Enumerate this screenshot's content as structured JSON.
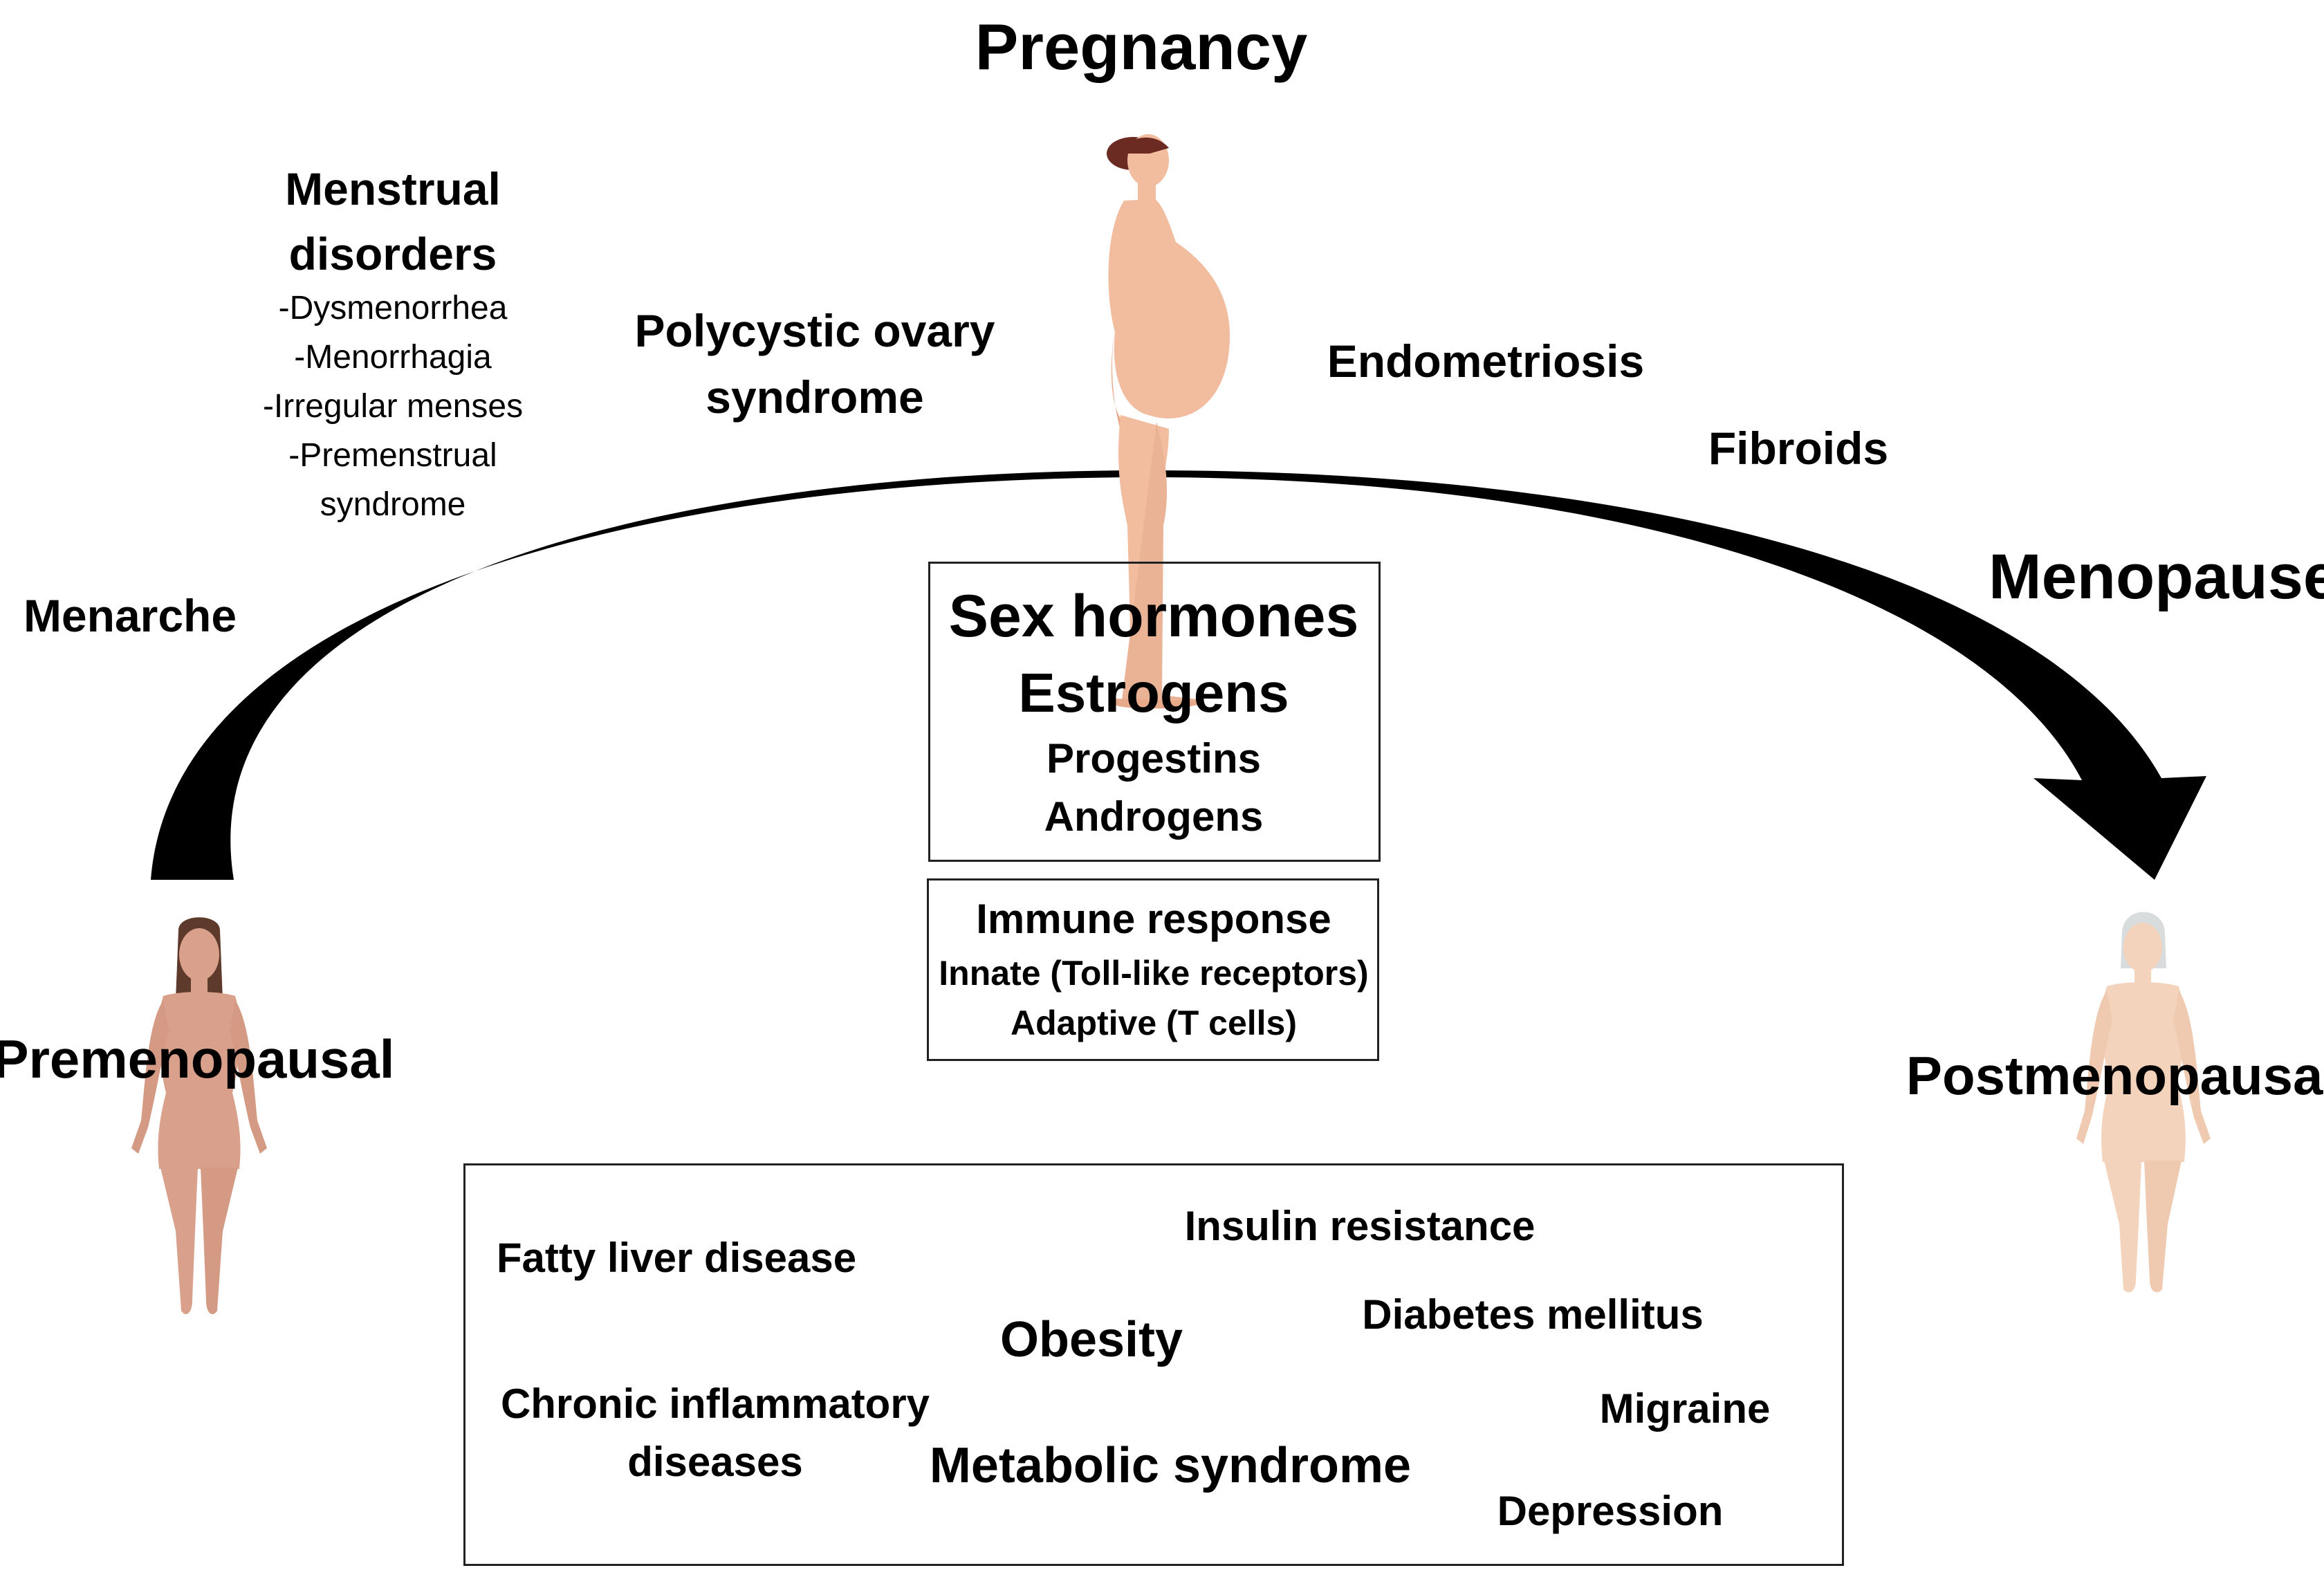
{
  "top_title": "Pregnancy",
  "menstrual_disorders": {
    "title_line1": "Menstrual",
    "title_line2": "disorders",
    "items": [
      "-Dysmenorrhea",
      "-Menorrhagia",
      "-Irregular menses",
      "-Premenstrual",
      "syndrome"
    ]
  },
  "pcos": {
    "line1": "Polycystic ovary",
    "line2": "syndrome"
  },
  "endometriosis": "Endometriosis",
  "fibroids": "Fibroids",
  "menarche": "Menarche",
  "menopause": "Menopause",
  "premenopausal": "Premenopausal",
  "postmenopausal": "Postmenopausal",
  "hormones_box": {
    "title": "Sex hormones",
    "estrogens": "Estrogens",
    "progestins": "Progestins",
    "androgens": "Androgens"
  },
  "immune_box": {
    "title": "Immune response",
    "innate": "Innate (Toll-like receptors)",
    "adaptive": "Adaptive (T cells)"
  },
  "conditions_box": {
    "fatty_liver": "Fatty liver disease",
    "insulin_resistance": "Insulin resistance",
    "obesity": "Obesity",
    "diabetes": "Diabetes mellitus",
    "chronic_line1": "Chronic inflammatory",
    "chronic_line2": "diseases",
    "migraine": "Migraine",
    "metabolic_syndrome": "Metabolic syndrome",
    "depression": "Depression"
  },
  "colors": {
    "young_skin": "#d9a08b",
    "young_hair": "#5e3a2c",
    "pregnant_skin": "#f2bc9f",
    "pregnant_hair": "#6b2a22",
    "old_skin": "#f3d3bc",
    "old_hair": "#d9dcdd"
  }
}
